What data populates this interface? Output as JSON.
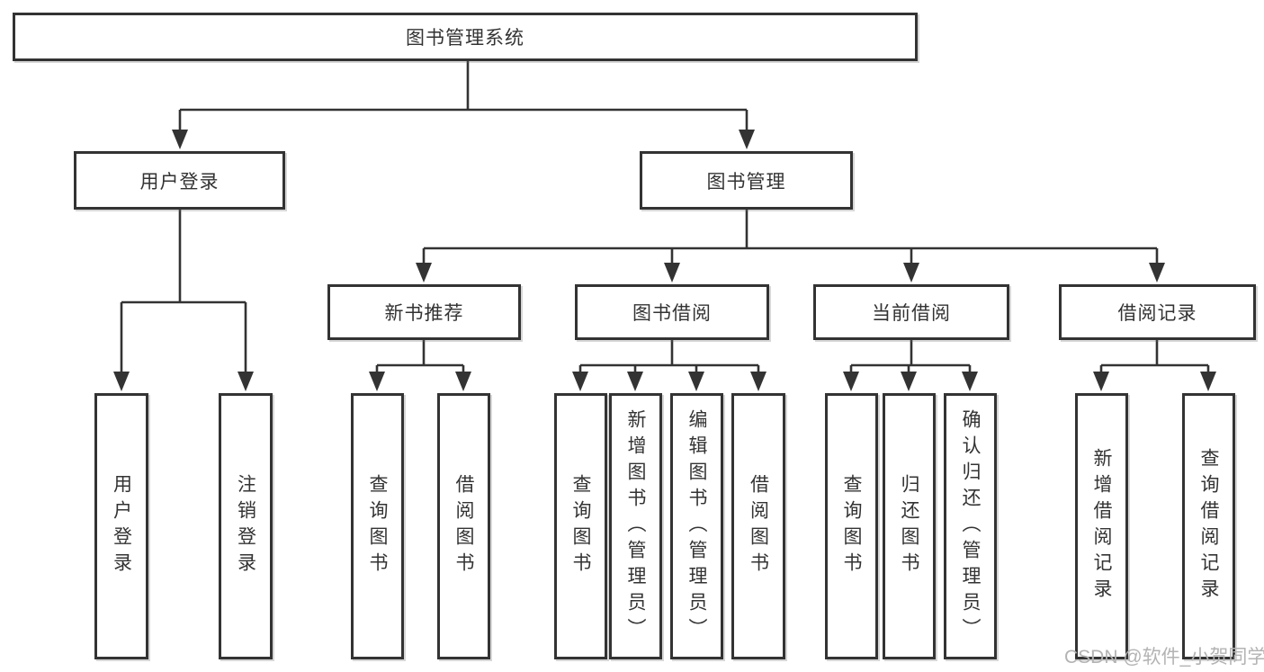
{
  "diagram_title": "图书管理系统",
  "colors": {
    "line": "#333333",
    "box_border": "#333333",
    "box_fill": "#ffffff",
    "text": "#333333",
    "watermark": "#b3b3b3"
  },
  "tree": {
    "root": {
      "label": "图书管理系统"
    },
    "branches": [
      {
        "label": "用户登录",
        "children": [
          {
            "label": "用户登录"
          },
          {
            "label": "注销登录"
          }
        ]
      },
      {
        "label": "图书管理",
        "children": [
          {
            "label": "新书推荐",
            "children": [
              {
                "label": "查询图书"
              },
              {
                "label": "借阅图书"
              }
            ]
          },
          {
            "label": "图书借阅",
            "children": [
              {
                "label": "查询图书"
              },
              {
                "label": "新增图书（管理员）"
              },
              {
                "label": "编辑图书（管理员）"
              },
              {
                "label": "借阅图书"
              }
            ]
          },
          {
            "label": "当前借阅",
            "children": [
              {
                "label": "查询图书"
              },
              {
                "label": "归还图书"
              },
              {
                "label": "确认归还（管理员）"
              }
            ]
          },
          {
            "label": "借阅记录",
            "children": [
              {
                "label": "新增借阅记录"
              },
              {
                "label": "查询借阅记录"
              }
            ]
          }
        ]
      }
    ]
  },
  "watermark": {
    "text": "CSDN @软件_小贺同学"
  }
}
